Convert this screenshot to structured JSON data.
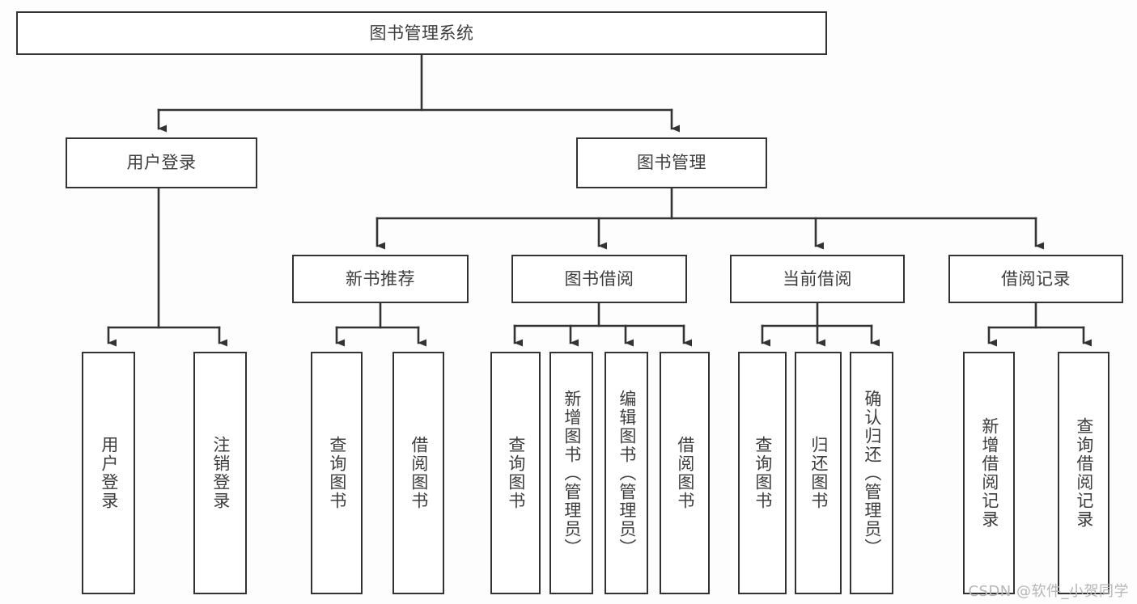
{
  "diagram": {
    "title": "图书管理系统",
    "type": "tree-hierarchy",
    "orientation": "top-down",
    "watermark": "CSDN @软件_小贺同学",
    "colors": {
      "background": "#fdfdfd",
      "box_border": "#333333",
      "box_fill": "#ffffff",
      "edge": "#333333",
      "text": "#3d3d3d",
      "watermark": "#b6b6b6"
    },
    "nodes": {
      "root": {
        "label": "图书管理系统",
        "level": 0
      },
      "l1": [
        {
          "id": "user-login",
          "label": "用户登录",
          "level": 1
        },
        {
          "id": "book-manage",
          "label": "图书管理",
          "level": 1
        }
      ],
      "l2": [
        {
          "id": "new-book-rec",
          "label": "新书推荐",
          "level": 2,
          "parent": "book-manage"
        },
        {
          "id": "book-borrow",
          "label": "图书借阅",
          "level": 2,
          "parent": "book-manage"
        },
        {
          "id": "current-borrow",
          "label": "当前借阅",
          "level": 2,
          "parent": "book-manage"
        },
        {
          "id": "borrow-record",
          "label": "借阅记录",
          "level": 2,
          "parent": "book-manage"
        }
      ],
      "leaves": [
        {
          "id": "leaf-user-login",
          "label": "用户登录",
          "parent": "user-login"
        },
        {
          "id": "leaf-user-logout",
          "label": "注销登录",
          "parent": "user-login"
        },
        {
          "id": "leaf-rec-query-book",
          "label": "查询图书",
          "parent": "new-book-rec"
        },
        {
          "id": "leaf-rec-borrow-book",
          "label": "借阅图书",
          "parent": "new-book-rec"
        },
        {
          "id": "leaf-borrow-query-book",
          "label": "查询图书",
          "parent": "book-borrow"
        },
        {
          "id": "leaf-borrow-add-book",
          "label": "新增图书（管理员）",
          "parent": "book-borrow"
        },
        {
          "id": "leaf-borrow-edit-book",
          "label": "编辑图书（管理员）",
          "parent": "book-borrow"
        },
        {
          "id": "leaf-borrow-borrow-book",
          "label": "借阅图书",
          "parent": "book-borrow"
        },
        {
          "id": "leaf-current-query-book",
          "label": "查询图书",
          "parent": "current-borrow"
        },
        {
          "id": "leaf-current-return-book",
          "label": "归还图书",
          "parent": "current-borrow"
        },
        {
          "id": "leaf-current-confirm-return",
          "label": "确认归还（管理员）",
          "parent": "current-borrow"
        },
        {
          "id": "leaf-record-add",
          "label": "新增借阅记录",
          "parent": "borrow-record"
        },
        {
          "id": "leaf-record-query",
          "label": "查询借阅记录",
          "parent": "borrow-record"
        }
      ]
    }
  }
}
